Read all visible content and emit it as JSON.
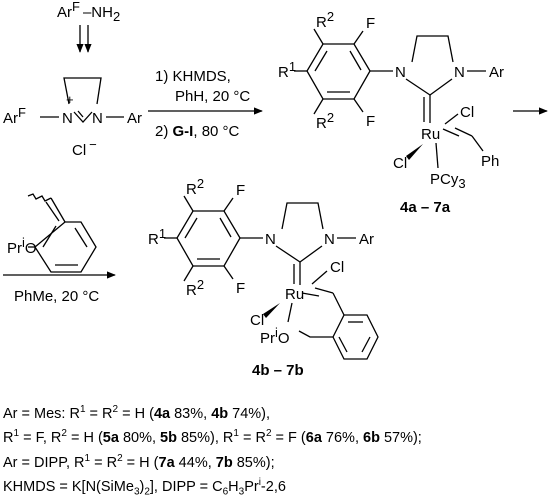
{
  "step1": {
    "amine": {
      "arf": "Ar",
      "arf_sup": "F",
      "nh2": "–NH",
      "nh2_sub": "2"
    },
    "salt": {
      "arf": "Ar",
      "arf_sup": "F",
      "ar": "Ar",
      "plus": "+",
      "chloride": "Cl",
      "chloride_sup": "−",
      "n": "N"
    },
    "conditions": {
      "line1": "1) KHMDS,",
      "line2": "PhH, 20 °C",
      "line3_pre": "2) ",
      "line3_bold": "G-I",
      "line3_post": ", 80 °C"
    }
  },
  "product_a": {
    "r2_top": "R",
    "r2_top_sup": "2",
    "r1": "R",
    "r1_sup": "1",
    "r2_bottom": "R",
    "r2_bottom_sup": "2",
    "f_top": "F",
    "f_bottom": "F",
    "n_left": "N",
    "n_right": "N",
    "ar": "Ar",
    "ru": "Ru",
    "cl_right": "Cl",
    "cl_left": "Cl",
    "ph": "Ph",
    "pcy3": "PCy",
    "pcy3_sub": "3",
    "label": "4a – 7a"
  },
  "step2": {
    "pri": "Pr",
    "pri_sup": "i",
    "o": "O",
    "conditions": "PhMe, 20 °C"
  },
  "product_b": {
    "r2_top": "R",
    "r2_top_sup": "2",
    "r1": "R",
    "r1_sup": "1",
    "r2_bottom": "R",
    "r2_bottom_sup": "2",
    "f_top": "F",
    "f_bottom": "F",
    "n_left": "N",
    "n_right": "N",
    "ar": "Ar",
    "ru": "Ru",
    "cl_right": "Cl",
    "cl_left": "Cl",
    "pri": "Pr",
    "pri_sup": "i",
    "o": "O",
    "label": "4b – 7b"
  },
  "notes": {
    "line1": [
      {
        "t": "Ar = Mes: R"
      },
      {
        "t": "1",
        "s": "sup"
      },
      {
        "t": " = R"
      },
      {
        "t": "2",
        "s": "sup"
      },
      {
        "t": " = H ("
      },
      {
        "t": "4a",
        "s": "b"
      },
      {
        "t": " 83%, "
      },
      {
        "t": "4b",
        "s": "b"
      },
      {
        "t": " 74%),"
      }
    ],
    "line2": [
      {
        "t": "R"
      },
      {
        "t": "1",
        "s": "sup"
      },
      {
        "t": " = F, R"
      },
      {
        "t": "2",
        "s": "sup"
      },
      {
        "t": " = H ("
      },
      {
        "t": "5a",
        "s": "b"
      },
      {
        "t": " 80%, "
      },
      {
        "t": "5b",
        "s": "b"
      },
      {
        "t": " 85%), R"
      },
      {
        "t": "1",
        "s": "sup"
      },
      {
        "t": " = R"
      },
      {
        "t": "2",
        "s": "sup"
      },
      {
        "t": " = F ("
      },
      {
        "t": "6a",
        "s": "b"
      },
      {
        "t": " 76%, "
      },
      {
        "t": "6b",
        "s": "b"
      },
      {
        "t": " 57%);"
      }
    ],
    "line3": [
      {
        "t": "Ar = DIPP, R"
      },
      {
        "t": "1",
        "s": "sup"
      },
      {
        "t": " = R"
      },
      {
        "t": "2",
        "s": "sup"
      },
      {
        "t": " = H ("
      },
      {
        "t": "7a",
        "s": "b"
      },
      {
        "t": " 44%, "
      },
      {
        "t": "7b",
        "s": "b"
      },
      {
        "t": " 85%);"
      }
    ],
    "line4": [
      {
        "t": "KHMDS = K[N(SiMe"
      },
      {
        "t": "3",
        "s": "sub"
      },
      {
        "t": ")"
      },
      {
        "t": "2",
        "s": "sub"
      },
      {
        "t": "], DIPP = C"
      },
      {
        "t": "6",
        "s": "sub"
      },
      {
        "t": "H"
      },
      {
        "t": "3",
        "s": "sub"
      },
      {
        "t": "Pr"
      },
      {
        "t": "i",
        "s": "sup"
      },
      {
        "t": "-2,6"
      }
    ]
  }
}
